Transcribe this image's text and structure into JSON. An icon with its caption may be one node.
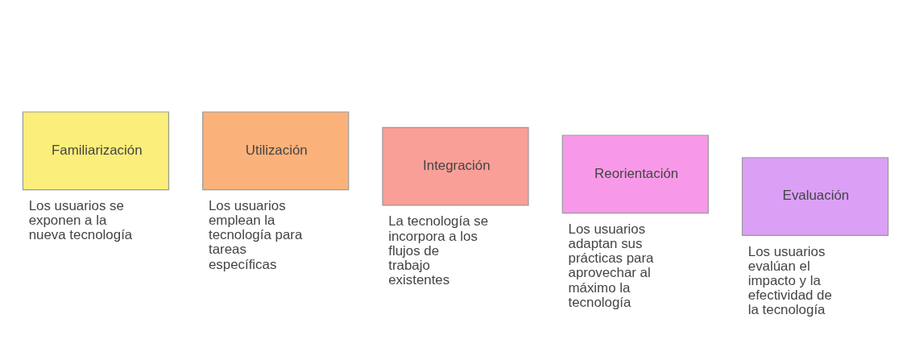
{
  "diagram": {
    "nodes": [
      {
        "text": [
          "Familiarización"
        ],
        "beside": [
          "Los usuarios se exponen a la nueva tecnología"
        ]
      },
      {
        "text": [
          "Utilización"
        ],
        "beside": [
          "Los usuarios emplean la tecnología para tareas específicas"
        ]
      },
      {
        "text": [
          "Integración"
        ],
        "beside": [
          "La tecnología se incorpora a los flujos de trabajo existentes"
        ]
      },
      {
        "text": [
          "Reorientación"
        ],
        "beside": [
          "Los usuarios adaptan sus prácticas para aprovechar al máximo la tecnología"
        ]
      },
      {
        "text": [
          "Evaluación"
        ],
        "beside": [
          "Los usuarios evalúan el impacto y la efectividad de la tecnología"
        ]
      }
    ],
    "edges": []
  }
}
